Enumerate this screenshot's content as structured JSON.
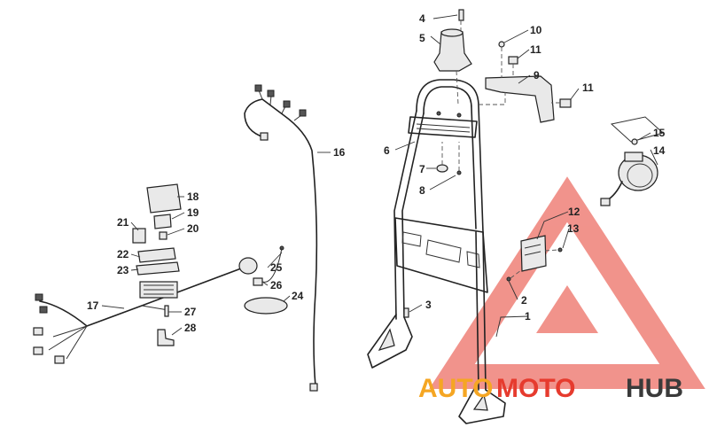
{
  "callouts": [
    {
      "id": "c1",
      "label": "1"
    },
    {
      "id": "c2",
      "label": "2"
    },
    {
      "id": "c3",
      "label": "3"
    },
    {
      "id": "c4",
      "label": "4"
    },
    {
      "id": "c5",
      "label": "5"
    },
    {
      "id": "c6",
      "label": "6"
    },
    {
      "id": "c7",
      "label": "7"
    },
    {
      "id": "c8",
      "label": "8"
    },
    {
      "id": "c9",
      "label": "9"
    },
    {
      "id": "c10",
      "label": "10"
    },
    {
      "id": "c11a",
      "label": "11"
    },
    {
      "id": "c11b",
      "label": "11"
    },
    {
      "id": "c12",
      "label": "12"
    },
    {
      "id": "c13",
      "label": "13"
    },
    {
      "id": "c14",
      "label": "14"
    },
    {
      "id": "c15",
      "label": "15"
    },
    {
      "id": "c16",
      "label": "16"
    },
    {
      "id": "c17",
      "label": "17"
    },
    {
      "id": "c18",
      "label": "18"
    },
    {
      "id": "c19",
      "label": "19"
    },
    {
      "id": "c20",
      "label": "20"
    },
    {
      "id": "c21",
      "label": "21"
    },
    {
      "id": "c22",
      "label": "22"
    },
    {
      "id": "c23",
      "label": "23"
    },
    {
      "id": "c24",
      "label": "24"
    },
    {
      "id": "c25",
      "label": "25"
    },
    {
      "id": "c26",
      "label": "26"
    },
    {
      "id": "c27",
      "label": "27"
    },
    {
      "id": "c28",
      "label": "28"
    }
  ],
  "watermark": {
    "part1": "AUTO",
    "part2": "MOTO",
    "part3": "HUB",
    "color_primary": "#f5a623",
    "color_secondary": "#e63b2e",
    "color_tertiary": "#3a3a3a"
  }
}
